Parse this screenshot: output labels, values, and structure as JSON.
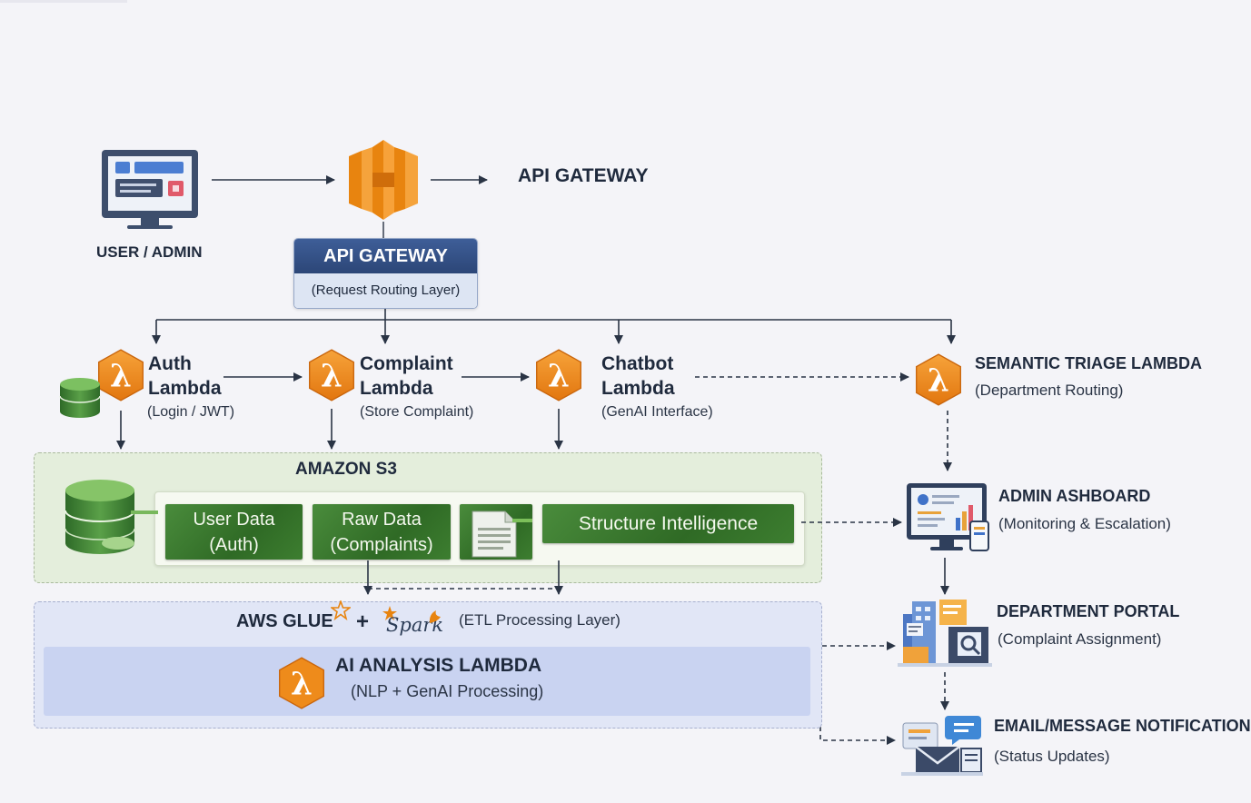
{
  "user": {
    "label": "USER / ADMIN"
  },
  "api_gateway": {
    "side_label": "API GATEWAY",
    "box_title": "API GATEWAY",
    "box_subtitle": "(Request Routing Layer)"
  },
  "lambdas": {
    "auth": {
      "title1": "Auth",
      "title2": "Lambda",
      "sub": "(Login / JWT)"
    },
    "complaint": {
      "title1": "Complaint",
      "title2": "Lambda",
      "sub": "(Store Complaint)"
    },
    "chatbot": {
      "title1": "Chatbot",
      "title2": "Lambda",
      "sub": "(GenAI Interface)"
    },
    "triage": {
      "title": "SEMANTIC TRIAGE LAMBDA",
      "sub": "(Department Routing)"
    }
  },
  "s3": {
    "title": "AMAZON S3",
    "user_data": {
      "line1": "User Data",
      "line2": "(Auth)"
    },
    "raw_data": {
      "line1": "Raw Data",
      "line2": "(Complaints)"
    },
    "structure": "Structure Intelligence"
  },
  "etl": {
    "glue": "AWS GLUE",
    "plus": "+",
    "spark": "Spark",
    "layer": "(ETL Processing Layer)",
    "ai_title": "AI ANALYSIS LAMBDA",
    "ai_sub": "(NLP + GenAI Processing)"
  },
  "right": {
    "admin": {
      "title": "ADMIN ASHBOARD",
      "sub": "(Monitoring & Escalation)"
    },
    "dept": {
      "title": "DEPARTMENT PORTAL",
      "sub": "(Complaint Assignment)"
    },
    "email": {
      "title": "EMAIL/MESSAGE NOTIFICATION",
      "sub": "(Status Updates)"
    }
  },
  "colors": {
    "lambda_orange": "#f08c1c",
    "gateway_blue": "#2f4a7d",
    "s3_green": "#3b7a2e",
    "arrow": "#2a3445"
  },
  "icons": [
    "monitor-icon",
    "api-gateway-icon",
    "lambda-icon",
    "database-icon",
    "document-icon",
    "dashboard-icon",
    "building-icon",
    "email-icon",
    "glue-icon",
    "spark-icon"
  ]
}
